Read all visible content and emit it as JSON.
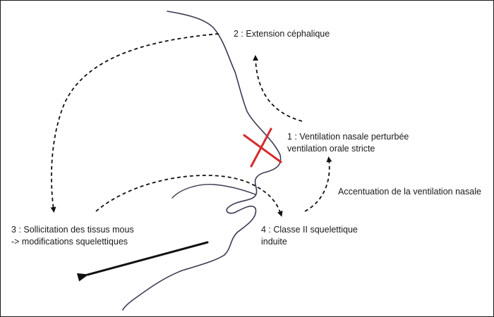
{
  "labels": {
    "step1": {
      "line1": "1 : Ventilation nasale perturbée",
      "line2": "ventilation orale stricte"
    },
    "step2": {
      "line1": "2 : Extension céphalique"
    },
    "step3": {
      "line1": "3 : Sollicitation des tissus mous",
      "line2": "-> modifications squelettiques"
    },
    "step4": {
      "line1": "4 : Classe II squelettique",
      "line2": "induite"
    },
    "accentuation": "Accentuation de la ventilation nasale"
  },
  "colors": {
    "profile_line": "#3a3a52",
    "arrows": "#111111",
    "cross": "#d42b2b",
    "text": "#1a1a1a"
  }
}
